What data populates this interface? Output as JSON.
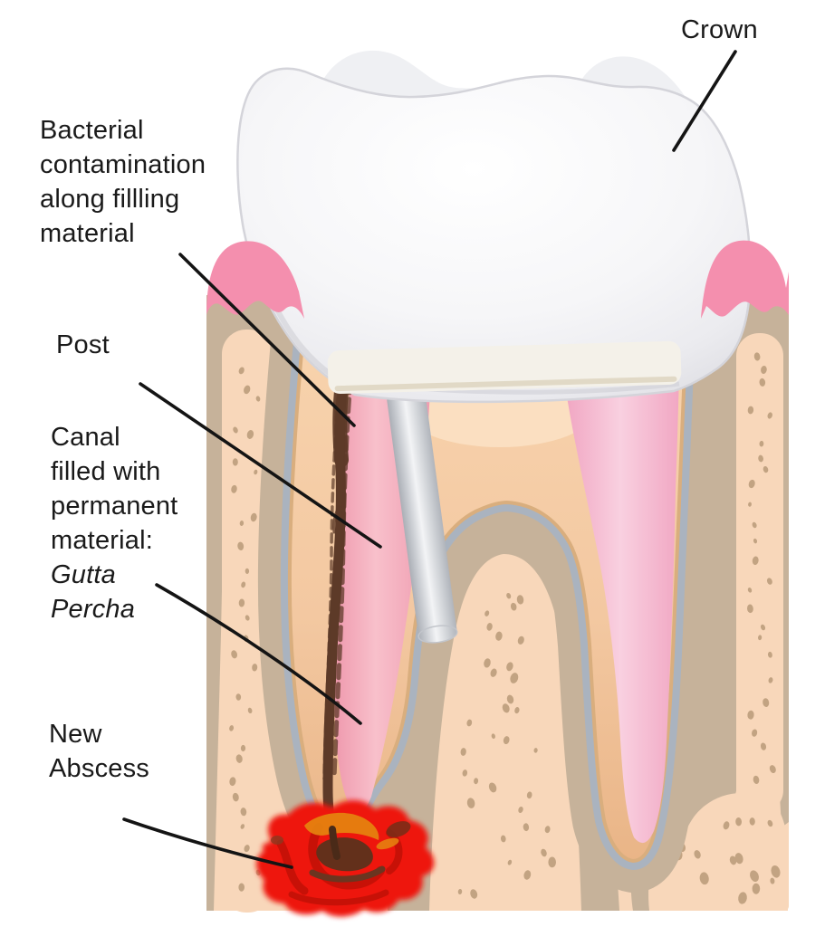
{
  "figure": {
    "title": "Failed root canal tooth cross-section diagram",
    "labels": {
      "crown": {
        "text": "Crown"
      },
      "bacterial_contamination": {
        "lines": [
          "Bacterial",
          "contamination",
          "along fillling",
          "material"
        ]
      },
      "post": {
        "text": "Post"
      },
      "canal_filling": {
        "lines": [
          "Canal",
          "filled with",
          "permanent",
          "material:"
        ],
        "emphasis_lines": [
          "Gutta",
          "Percha"
        ]
      },
      "new_abscess": {
        "lines": [
          "New",
          "Abscess"
        ]
      }
    },
    "colors": {
      "label_text": "#1a1a1a",
      "pointer_line": "#141414",
      "crown_white": "#f7f7f9",
      "filling_base": "#f4f1e9",
      "gum_pink": "#f48fae",
      "bone_tan": "#c6b29a",
      "bone_marrow": "#f8d7ba",
      "marrow_dot": "#c2a382",
      "ligament_gray": "#aab3bf",
      "dentin": "#f3c8a1",
      "dentin_edge": "#d9ae7e",
      "canal_pink": "#ef9cb0",
      "pulp_pink": "#f4b5ce",
      "post_gray": "#c6c9cf",
      "contamination_brown": "#5d3a28",
      "abscess_red": "#ee1509",
      "abscess_orange": "#e5810f",
      "abscess_dark": "#63301b"
    }
  }
}
